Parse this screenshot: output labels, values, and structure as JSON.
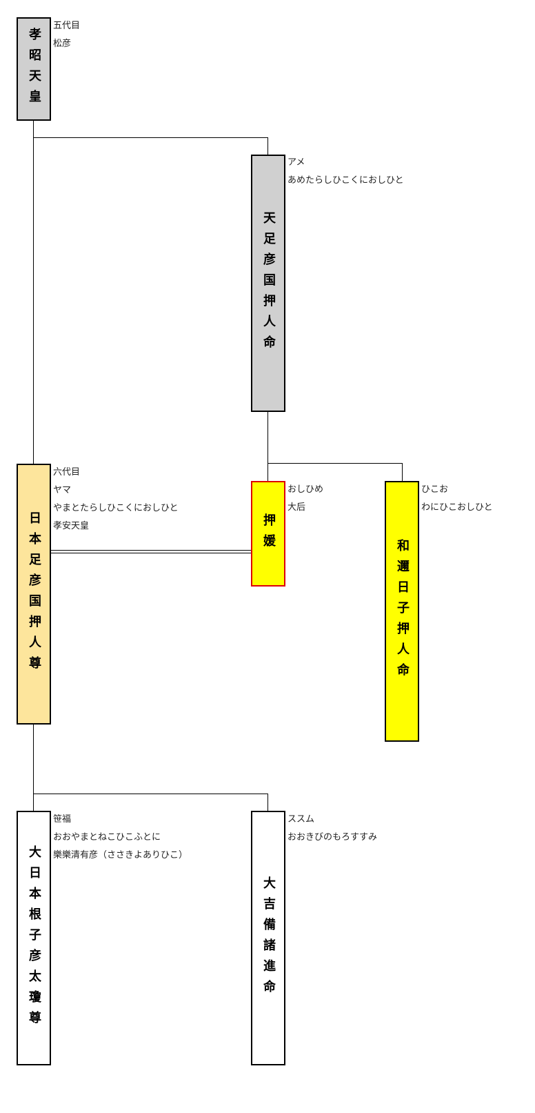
{
  "colors": {
    "gray_box": "#d0d0d0",
    "orange_box": "#fde59c",
    "yellow_box": "#ffff00",
    "white_box": "#ffffff",
    "red_border": "#dd0000"
  },
  "persons": {
    "kosho": {
      "name": "孝昭天皇",
      "notes": [
        "五代目",
        "松彦"
      ]
    },
    "amatarashi": {
      "name": "天足彦国押人命",
      "notes": [
        "アメ",
        "あめたらしひこくにおしひと"
      ]
    },
    "yamato_tarashi": {
      "name": "日本足彦国押人尊",
      "notes": [
        "六代目",
        "ヤマ",
        "やまとたらしひこくにおしひと",
        "孝安天皇"
      ]
    },
    "oshihime": {
      "name": "押媛",
      "notes": [
        "おしひめ",
        "大后"
      ]
    },
    "wanihiko": {
      "name": "和邇日子押人命",
      "notes": [
        "ひこお",
        "わにひこおしひと"
      ]
    },
    "oyamato_neko": {
      "name": "大日本根子彦太瓊尊",
      "notes": [
        "笹福",
        "おおやまとねこひこふとに",
        "樂樂清有彦（ささきよありひこ）"
      ]
    },
    "okibi": {
      "name": "大吉備諸進命",
      "notes": [
        "ススム",
        "おおきびのもろすすみ"
      ]
    }
  }
}
